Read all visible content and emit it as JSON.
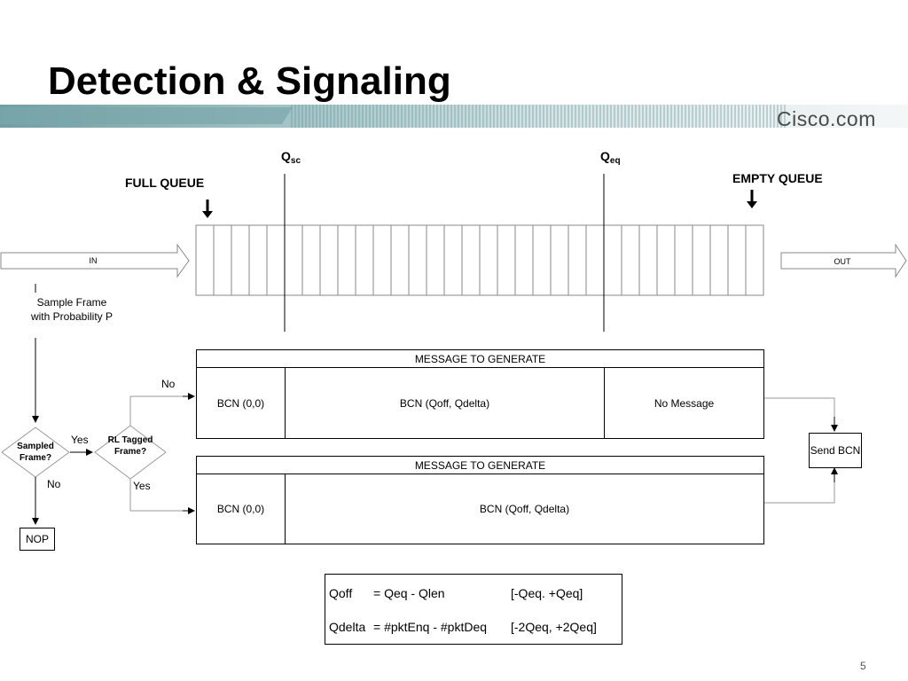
{
  "slide": {
    "title": "Detection & Signaling",
    "brand": "Cisco.com",
    "page_number": "5"
  },
  "queue": {
    "qsc_main": "Q",
    "qsc_sub": "sc",
    "qeq_main": "Q",
    "qeq_sub": "eq",
    "full_label": "FULL QUEUE",
    "empty_label": "EMPTY QUEUE",
    "in_label": "IN",
    "out_label": "OUT",
    "cell_count": 32
  },
  "flow": {
    "sample_text": "Sample Frame with Probability P",
    "sampled_q": "Sampled Frame?",
    "rl_q": "RL Tagged Frame?",
    "yes1": "Yes",
    "no1": "No",
    "no2": "No",
    "yes2": "Yes",
    "nop": "NOP",
    "send": "Send BCN"
  },
  "table1": {
    "header": "MESSAGE TO GENERATE",
    "c1": "BCN (0,0)",
    "c2": "BCN (Qoff, Qdelta)",
    "c3": "No Message"
  },
  "table2": {
    "header": "MESSAGE TO GENERATE",
    "c1": "BCN (0,0)",
    "c2": "BCN (Qoff, Qdelta)"
  },
  "formulas": {
    "qoff_lhs": "Qoff",
    "qoff_rhs": "= Qeq - Qlen",
    "qoff_range": "[-Qeq. +Qeq]",
    "qdelta_lhs": "Qdelta",
    "qdelta_rhs": "= #pktEnq - #pktDeq",
    "qdelta_range": "[-2Qeq, +2Qeq]"
  }
}
